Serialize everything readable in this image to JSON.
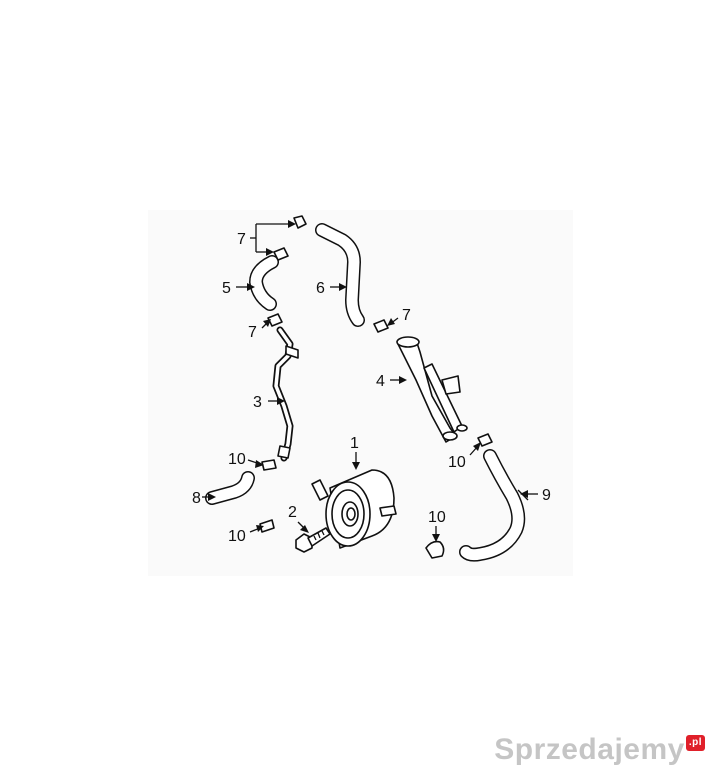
{
  "diagram": {
    "callouts": {
      "c1": "1",
      "c2": "2",
      "c3": "3",
      "c4": "4",
      "c5": "5",
      "c6": "6",
      "c7a": "7",
      "c7b": "7",
      "c7c": "7",
      "c8": "8",
      "c9": "9",
      "c10a": "10",
      "c10b": "10",
      "c10c": "10",
      "c10d": "10"
    }
  },
  "watermark": {
    "text": "Sprzedajemy",
    "badge": ".pl"
  },
  "colors": {
    "line": "#111111",
    "background": "#ffffff",
    "badge": "#e0202a"
  }
}
